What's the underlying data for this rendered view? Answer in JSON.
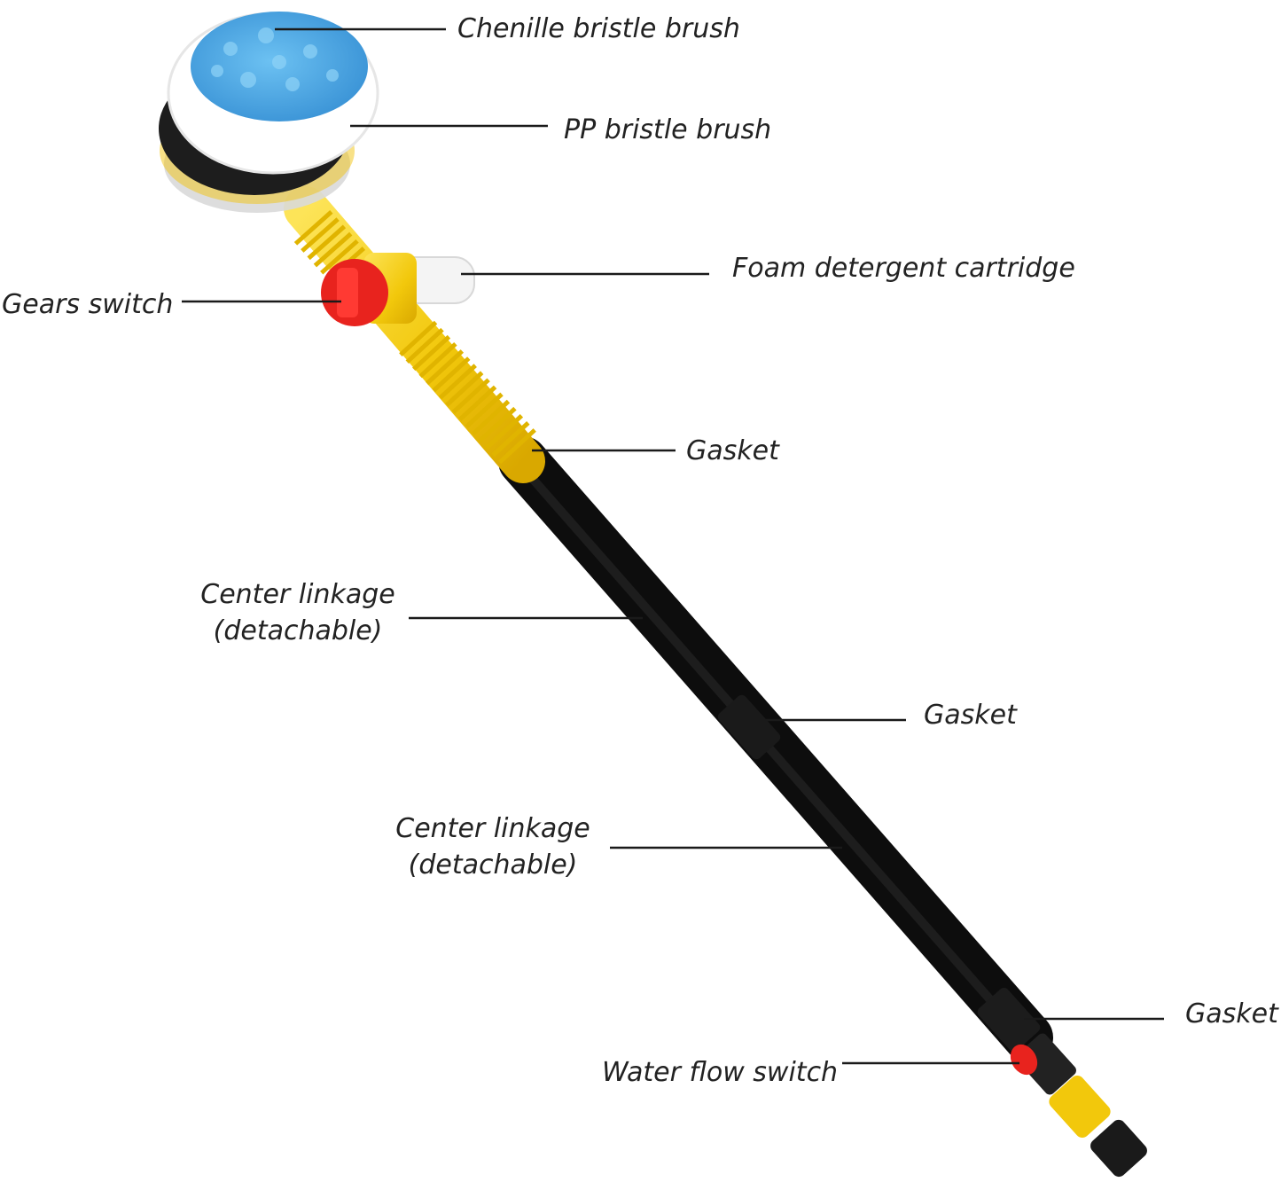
{
  "labels": {
    "chenille_brush": "Chenille bristle brush",
    "pp_brush": "PP bristle brush",
    "foam_cartridge": "Foam detergent cartridge",
    "gears_switch": "Gears switch",
    "gasket_top": "Gasket",
    "center_linkage_1": [
      "Center linkage",
      "(detachable)"
    ],
    "gasket_middle": "Gasket",
    "center_linkage_2": [
      "Center linkage",
      "(detachable)"
    ],
    "gasket_bottom": "Gasket",
    "water_flow_switch": "Water flow switch"
  },
  "colors": {
    "chenille": "#4aa8e6",
    "bristle": "#ffffff",
    "hub": "#1d1d1d",
    "tube_yellow": "#f5d21c",
    "pole": "#141414",
    "switch_red": "#e8231e",
    "cartridge": "#f4f4f4",
    "leader": "#1a1a1a"
  }
}
